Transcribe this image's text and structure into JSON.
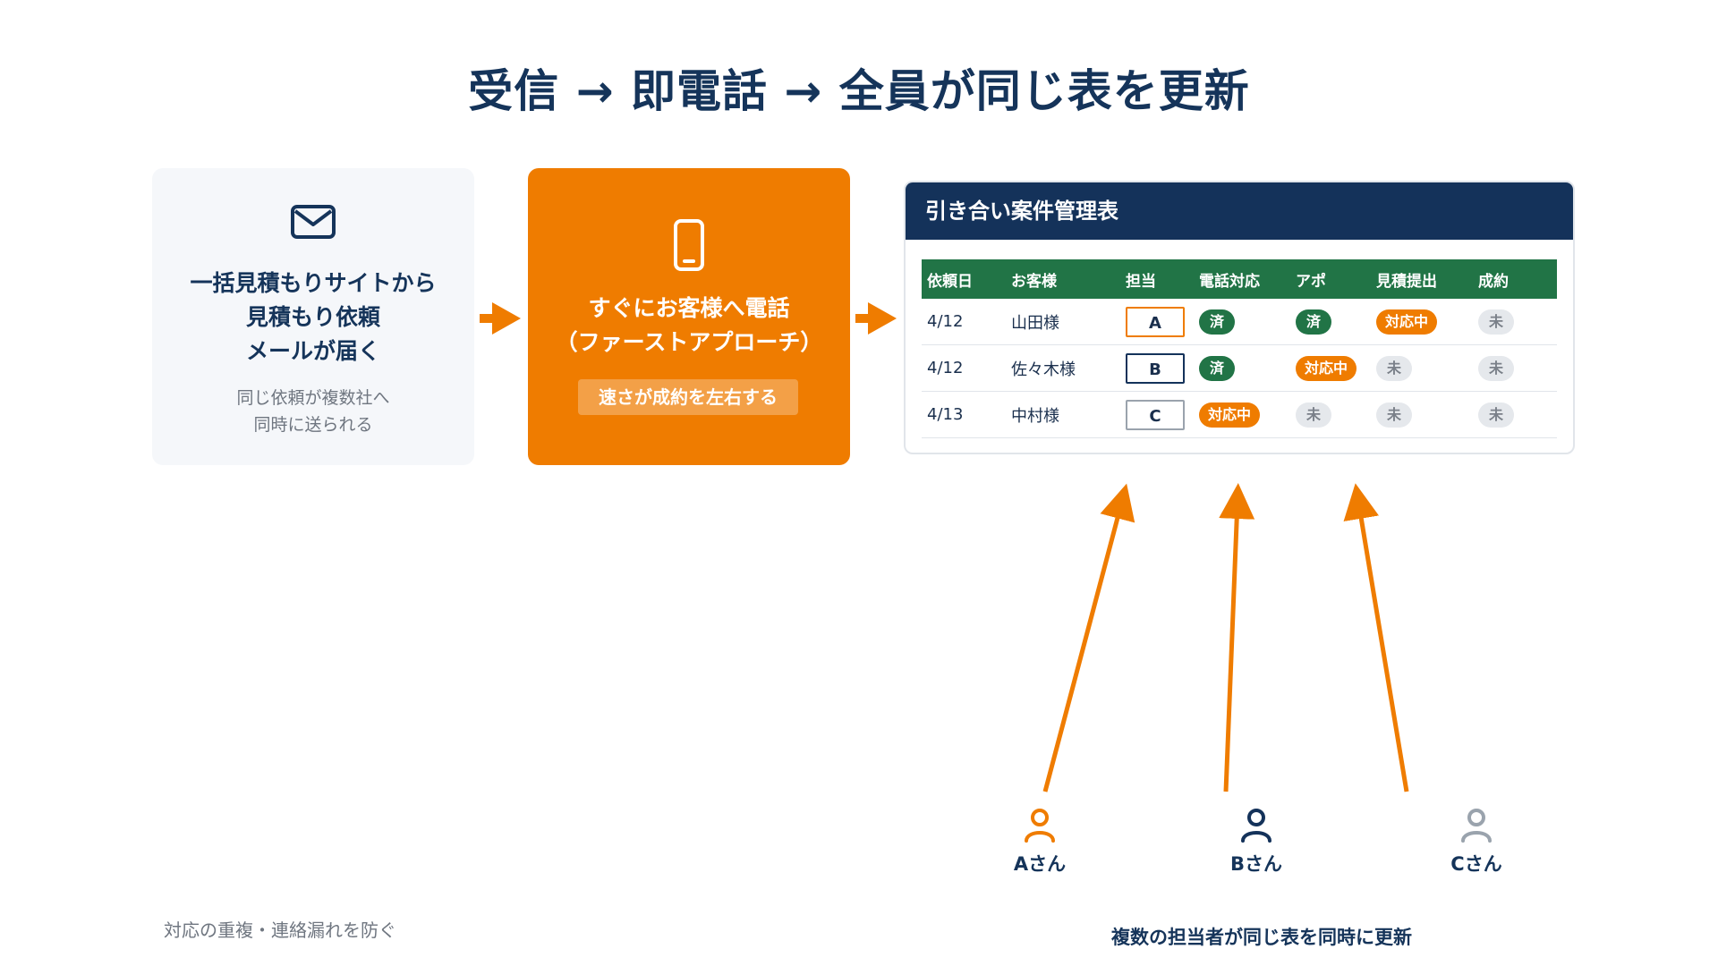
{
  "title": "受信 → 即電話 → 全員が同じ表を更新",
  "colors": {
    "orange": "#ef7c00",
    "navy": "#14325a",
    "green": "#217446",
    "gray": "#9aa3ad"
  },
  "steps": [
    {
      "icon": "mail-icon",
      "lines": [
        "一括見積もりサイトから",
        "見積もり依頼",
        "メールが届く"
      ],
      "sub": [
        "同じ依頼が複数社へ",
        "同時に送られる"
      ]
    },
    {
      "icon": "smartphone-icon",
      "lines": [
        "すぐにお客様へ電話",
        "（ファーストアプローチ）"
      ],
      "badge": "速さが成約を左右する"
    }
  ],
  "table": {
    "title": "引き合い案件管理表",
    "columns": [
      "依頼日",
      "お客様",
      "担当",
      "電話対応",
      "アポ",
      "見積提出",
      "成約"
    ],
    "rows": [
      {
        "date": "4/12",
        "customer": "山田様",
        "assignee": "A",
        "call": "済",
        "appt": "済",
        "quote": "対応中",
        "deal": "未"
      },
      {
        "date": "4/12",
        "customer": "佐々木様",
        "assignee": "B",
        "call": "済",
        "appt": "対応中",
        "quote": "未",
        "deal": "未"
      },
      {
        "date": "4/13",
        "customer": "中村様",
        "assignee": "C",
        "call": "対応中",
        "appt": "未",
        "quote": "未",
        "deal": "未"
      }
    ]
  },
  "people": [
    {
      "name": "Aさん",
      "color": "#ef7c00"
    },
    {
      "name": "Bさん",
      "color": "#14325a"
    },
    {
      "name": "Cさん",
      "color": "#9aa3ad"
    }
  ],
  "footer_left": "対応の重複・連絡漏れを防ぐ",
  "footer_right": "複数の担当者が同じ表を同時に更新"
}
